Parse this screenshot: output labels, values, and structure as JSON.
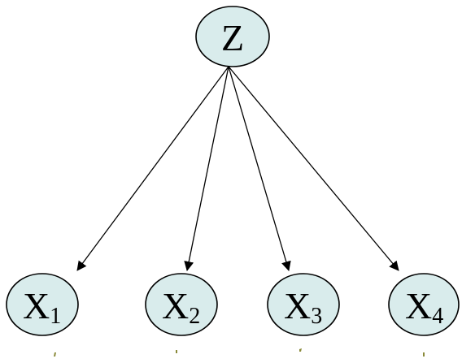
{
  "nodes": {
    "root": {
      "label": "Z"
    },
    "children": [
      {
        "label": "X",
        "subscript": "1"
      },
      {
        "label": "X",
        "subscript": "2"
      },
      {
        "label": "X",
        "subscript": "3"
      },
      {
        "label": "X",
        "subscript": "4"
      }
    ]
  },
  "edges": [
    {
      "from": "Z",
      "to": "X1"
    },
    {
      "from": "Z",
      "to": "X2"
    },
    {
      "from": "Z",
      "to": "X3"
    },
    {
      "from": "Z",
      "to": "X4"
    }
  ],
  "colors": {
    "node_fill": "#d9ecec",
    "node_stroke": "#000000",
    "edge": "#000000"
  }
}
